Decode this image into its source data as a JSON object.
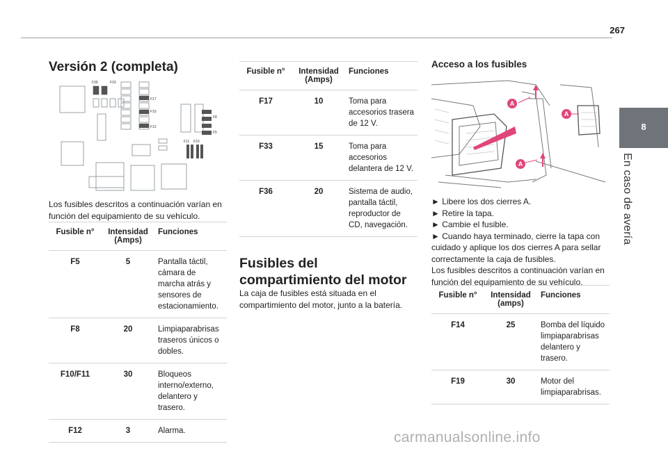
{
  "page_number": "267",
  "side_tab": {
    "number": "8",
    "label": "En caso de avería"
  },
  "left": {
    "heading": "Versión 2 (completa)",
    "diagram_labels": [
      "F36",
      "F33",
      "F17",
      "F15",
      "F12",
      "F8",
      "F5",
      "F11",
      "F10"
    ],
    "intro": "Los fusibles descritos a continuación varían en función del equipamiento de su vehículo.",
    "table": {
      "headers": [
        "Fusible n°",
        "Intensidad (Amps)",
        "Funciones"
      ],
      "rows": [
        [
          "F5",
          "5",
          "Pantalla táctil, cámara de marcha atrás y sensores de estacionamiento."
        ],
        [
          "F8",
          "20",
          "Limpiaparabrisas traseros únicos o dobles."
        ],
        [
          "F10/F11",
          "30",
          "Bloqueos interno/externo, delantero y trasero."
        ],
        [
          "F12",
          "3",
          "Alarma."
        ]
      ]
    }
  },
  "middle": {
    "table": {
      "headers": [
        "Fusible n°",
        "Intensidad (Amps)",
        "Funciones"
      ],
      "rows": [
        [
          "F17",
          "10",
          "Toma para accesorios trasera de 12 V."
        ],
        [
          "F33",
          "15",
          "Toma para accesorios delantera de 12 V."
        ],
        [
          "F36",
          "20",
          "Sistema de audio, pantalla táctil, reproductor de CD, navegación."
        ]
      ]
    },
    "heading": "Fusibles del compartimiento del motor",
    "text": "La caja de fusibles está situada en el compartimiento del motor, junto a la batería."
  },
  "right": {
    "heading": "Acceso a los fusibles",
    "photo_labels": [
      "A",
      "A",
      "A"
    ],
    "bullets": [
      "► Libere los dos cierres A.",
      "► Retire la tapa.",
      "► Cambie el fusible.",
      "► Cuando haya terminado, cierre la tapa con cuidado y aplique los dos cierres A para sellar correctamente la caja de fusibles."
    ],
    "intro": "Los fusibles descritos a continuación varían en función del equipamiento de su vehículo.",
    "table": {
      "headers": [
        "Fusible n°",
        "Intensidad (amps)",
        "Funciones"
      ],
      "rows": [
        [
          "F14",
          "25",
          "Bomba del líquido limpiaparabrisas delantero y trasero."
        ],
        [
          "F19",
          "30",
          "Motor del limpiaparabrisas."
        ]
      ]
    }
  },
  "watermark": "carmanualsonline.info",
  "colors": {
    "accent_pink": "#e0457b",
    "side_tab": "#6e7479"
  }
}
